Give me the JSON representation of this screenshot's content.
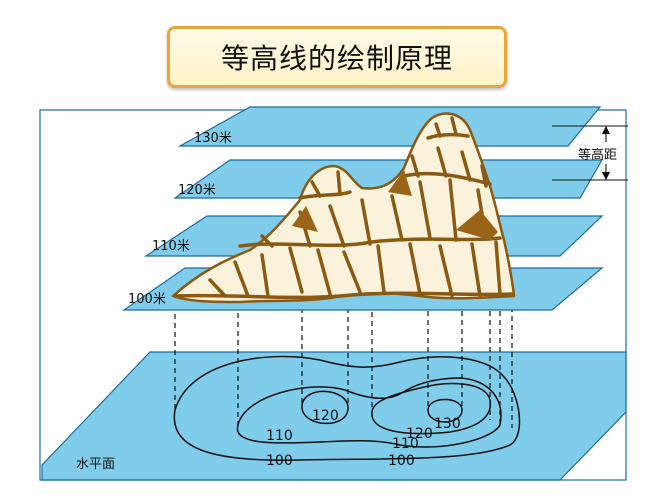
{
  "title": "等高线的绘制原理",
  "plane_labels": {
    "p130": "130米",
    "p120": "120米",
    "p110": "110米",
    "p100": "100米",
    "base": "水平面"
  },
  "contour_labels": {
    "c120_left": "120",
    "c130_right": "130",
    "c120_right": "120",
    "c110_left": "110",
    "c110_right": "110",
    "c100_left": "100",
    "c100_right": "100"
  },
  "interval_label": "等高距",
  "colors": {
    "plane": "#7fcdea",
    "plane_edge": "#1d6d9c",
    "mountain_edge": "#8b5a12",
    "title_border": "#e8a63c"
  }
}
